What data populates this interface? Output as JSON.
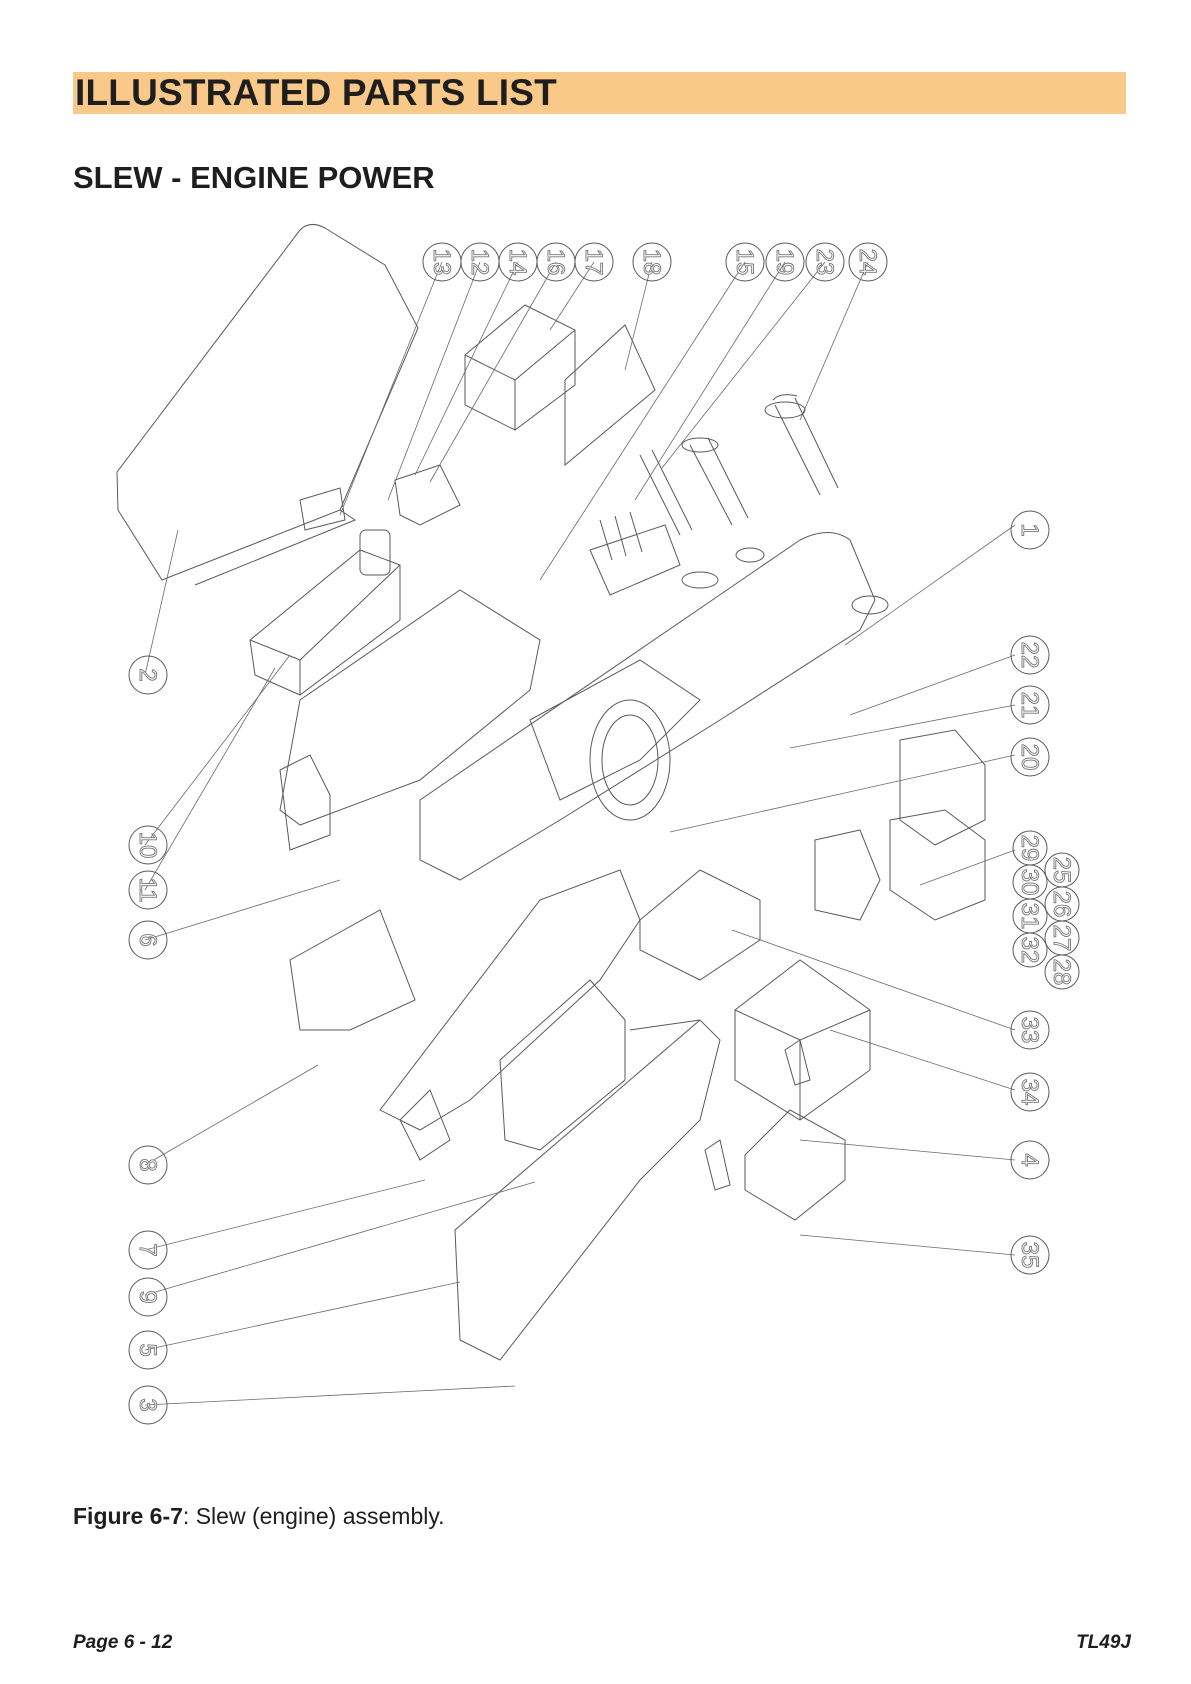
{
  "header": {
    "title": "ILLUSTRATED PARTS LIST"
  },
  "section": {
    "title": "SLEW - ENGINE POWER"
  },
  "figure": {
    "callouts": [
      "1",
      "2",
      "3",
      "4",
      "5",
      "6",
      "7",
      "8",
      "9",
      "10",
      "11",
      "12",
      "13",
      "14",
      "15",
      "16",
      "17",
      "18",
      "19",
      "20",
      "21",
      "22",
      "23",
      "24",
      "25",
      "26",
      "27",
      "28",
      "29",
      "30",
      "31",
      "32",
      "33",
      "34",
      "35"
    ]
  },
  "caption": {
    "figure_number": "Figure 6-7",
    "text": ": Slew (engine) assembly."
  },
  "footer": {
    "page": "Page 6 - 12",
    "model": "TL49J"
  }
}
